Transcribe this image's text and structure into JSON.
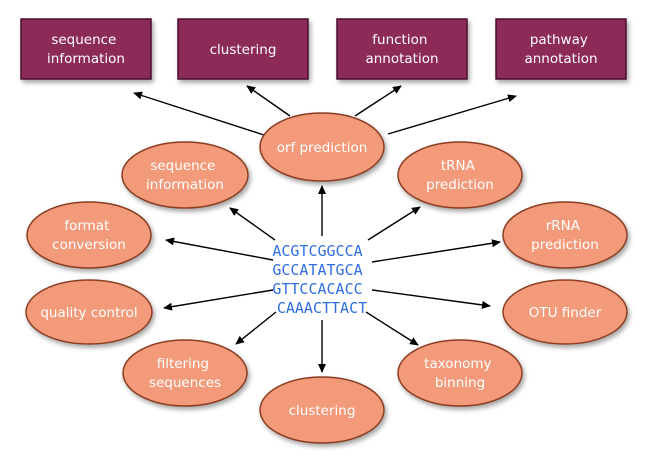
{
  "top_boxes": [
    {
      "lines": [
        "sequence",
        "information"
      ]
    },
    {
      "lines": [
        "clustering"
      ]
    },
    {
      "lines": [
        "function",
        "annotation"
      ]
    },
    {
      "lines": [
        "pathway",
        "annotation"
      ]
    }
  ],
  "hub": {
    "lines": [
      "orf prediction"
    ]
  },
  "center_sequence": [
    "ACGTCGGCCA",
    "GCCATATGCA",
    "GTTCCACACC",
    "CAAACTTACT"
  ],
  "ellipses": [
    {
      "lines": [
        "sequence",
        "information"
      ]
    },
    {
      "lines": [
        "tRNA",
        "prediction"
      ]
    },
    {
      "lines": [
        "format",
        "conversion"
      ]
    },
    {
      "lines": [
        "rRNA",
        "prediction"
      ]
    },
    {
      "lines": [
        "quality control"
      ]
    },
    {
      "lines": [
        "OTU finder"
      ]
    },
    {
      "lines": [
        "filtering",
        "sequences"
      ]
    },
    {
      "lines": [
        "taxonomy",
        "binning"
      ]
    },
    {
      "lines": [
        "clustering"
      ]
    }
  ],
  "colors": {
    "box_fill": "#8c2a59",
    "box_stroke": "#4a1030",
    "ellipse_fill": "#f29a7a",
    "ellipse_stroke": "#8a3e22",
    "sequence_text": "#2f6fe0",
    "arrow": "#000000"
  }
}
